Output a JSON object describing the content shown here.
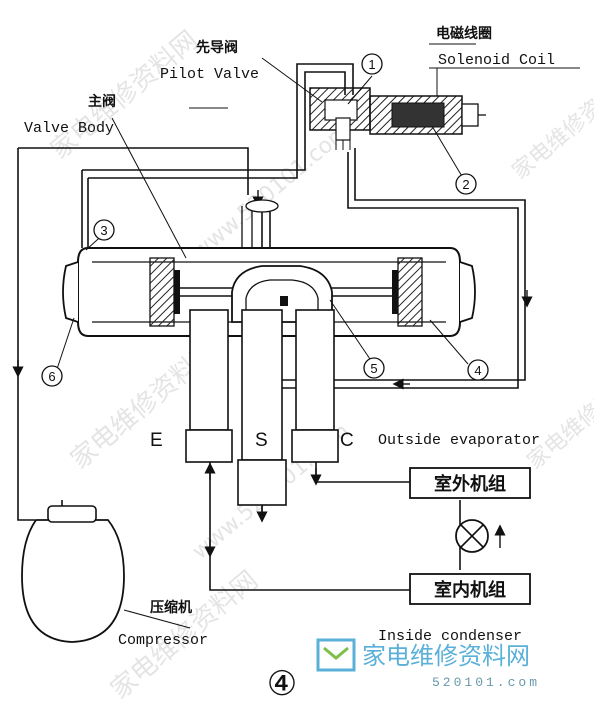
{
  "labels": {
    "pilot_valve_cn": "先导阀",
    "pilot_valve_en": "Pilot Valve",
    "solenoid_coil_cn": "电磁线圈",
    "solenoid_coil_en": "Solenoid Coil",
    "valve_body_cn": "主阀",
    "valve_body_en": "Valve Body",
    "port_e": "E",
    "port_s": "S",
    "port_c": "C",
    "outside_evaporator": "Outside evaporator",
    "outdoor_unit": "室外机组",
    "indoor_unit": "室内机组",
    "compressor_cn": "压缩机",
    "compressor_en": "Compressor",
    "inside_condenser": "Inside condenser",
    "figure_number": "④"
  },
  "callouts": [
    "1",
    "2",
    "3",
    "4",
    "5",
    "6"
  ],
  "watermark": {
    "site_cn": "家电维修资料网",
    "site_url": "www.520101.com",
    "logo_cn": "家电维修资料网",
    "logo_url": "520101.com"
  }
}
